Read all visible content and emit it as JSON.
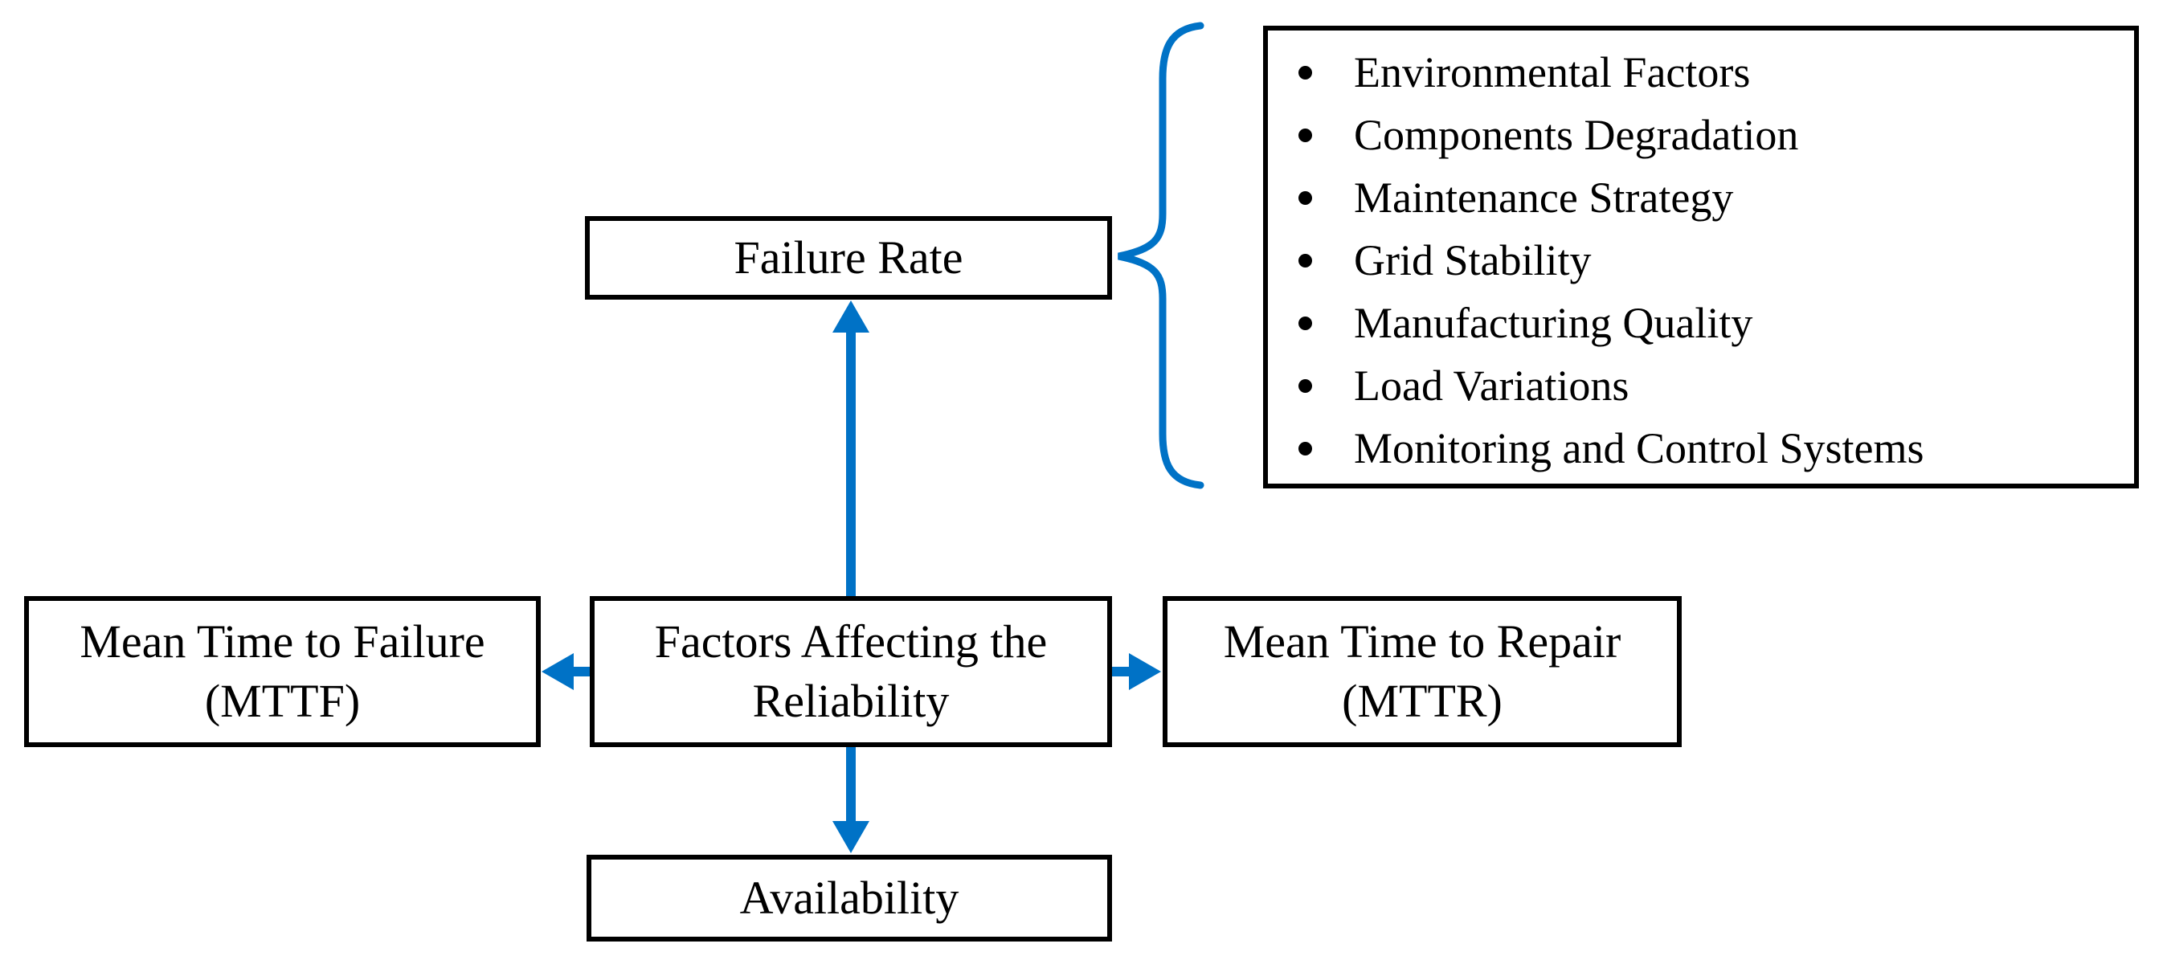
{
  "diagram": {
    "colors": {
      "arrow_blue": "#0072C6",
      "box_border": "#000000",
      "text": "#000000",
      "background": "#FFFFFF"
    },
    "boxes": {
      "failure_rate": {
        "label": "Failure Rate"
      },
      "central": {
        "line1": "Factors Affecting the",
        "line2": "Reliability"
      },
      "mttf": {
        "line1": "Mean Time to Failure",
        "line2": "(MTTF)"
      },
      "mttr": {
        "line1": "Mean Time to Repair",
        "line2": "(MTTR)"
      },
      "availability": {
        "label": "Availability"
      }
    },
    "factor_list": {
      "items": [
        "Environmental Factors",
        "Components Degradation",
        "Maintenance Strategy",
        "Grid Stability",
        "Manufacturing Quality",
        "Load Variations",
        "Monitoring and Control Systems"
      ]
    }
  }
}
